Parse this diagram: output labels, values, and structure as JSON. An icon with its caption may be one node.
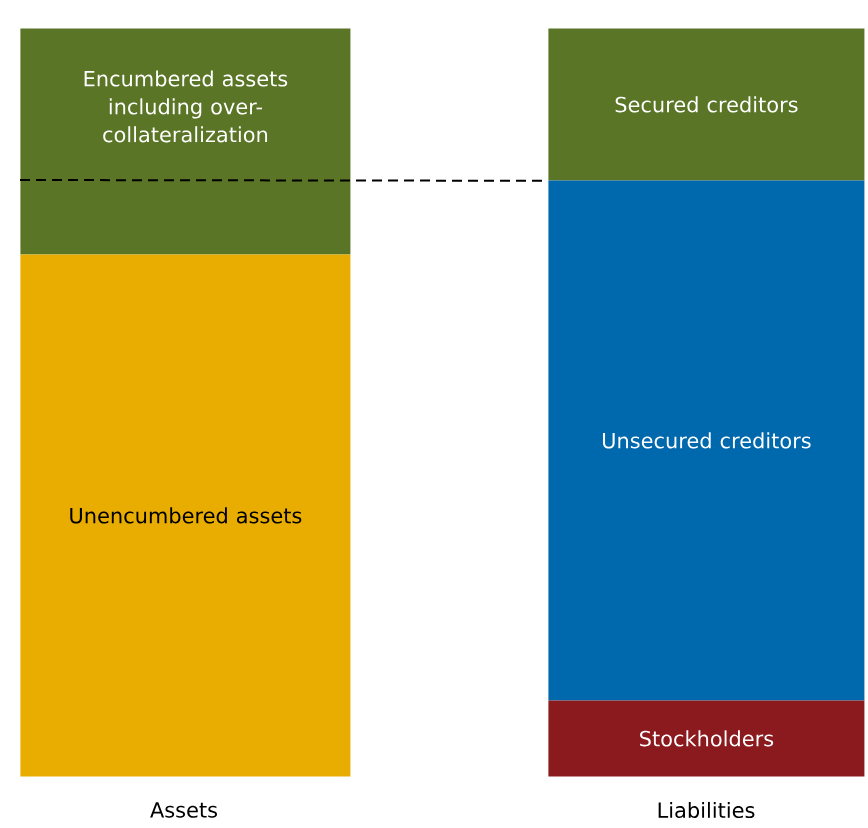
{
  "diagram": {
    "nodes": [
      {
        "text": [
          "Encumbered assets including over-collateralization"
        ]
      },
      {
        "text": [
          "Unencumbered assets"
        ]
      },
      {
        "text": [
          "Secured creditors"
        ]
      },
      {
        "text": [
          "Unsecured creditors"
        ]
      },
      {
        "text": [
          "Stockholders"
        ]
      }
    ],
    "edges": [
      {
        "from": 0,
        "to": 2,
        "arrow": "none",
        "style": "dashed"
      }
    ],
    "labels": [
      "Assets",
      "Liabilities"
    ]
  }
}
